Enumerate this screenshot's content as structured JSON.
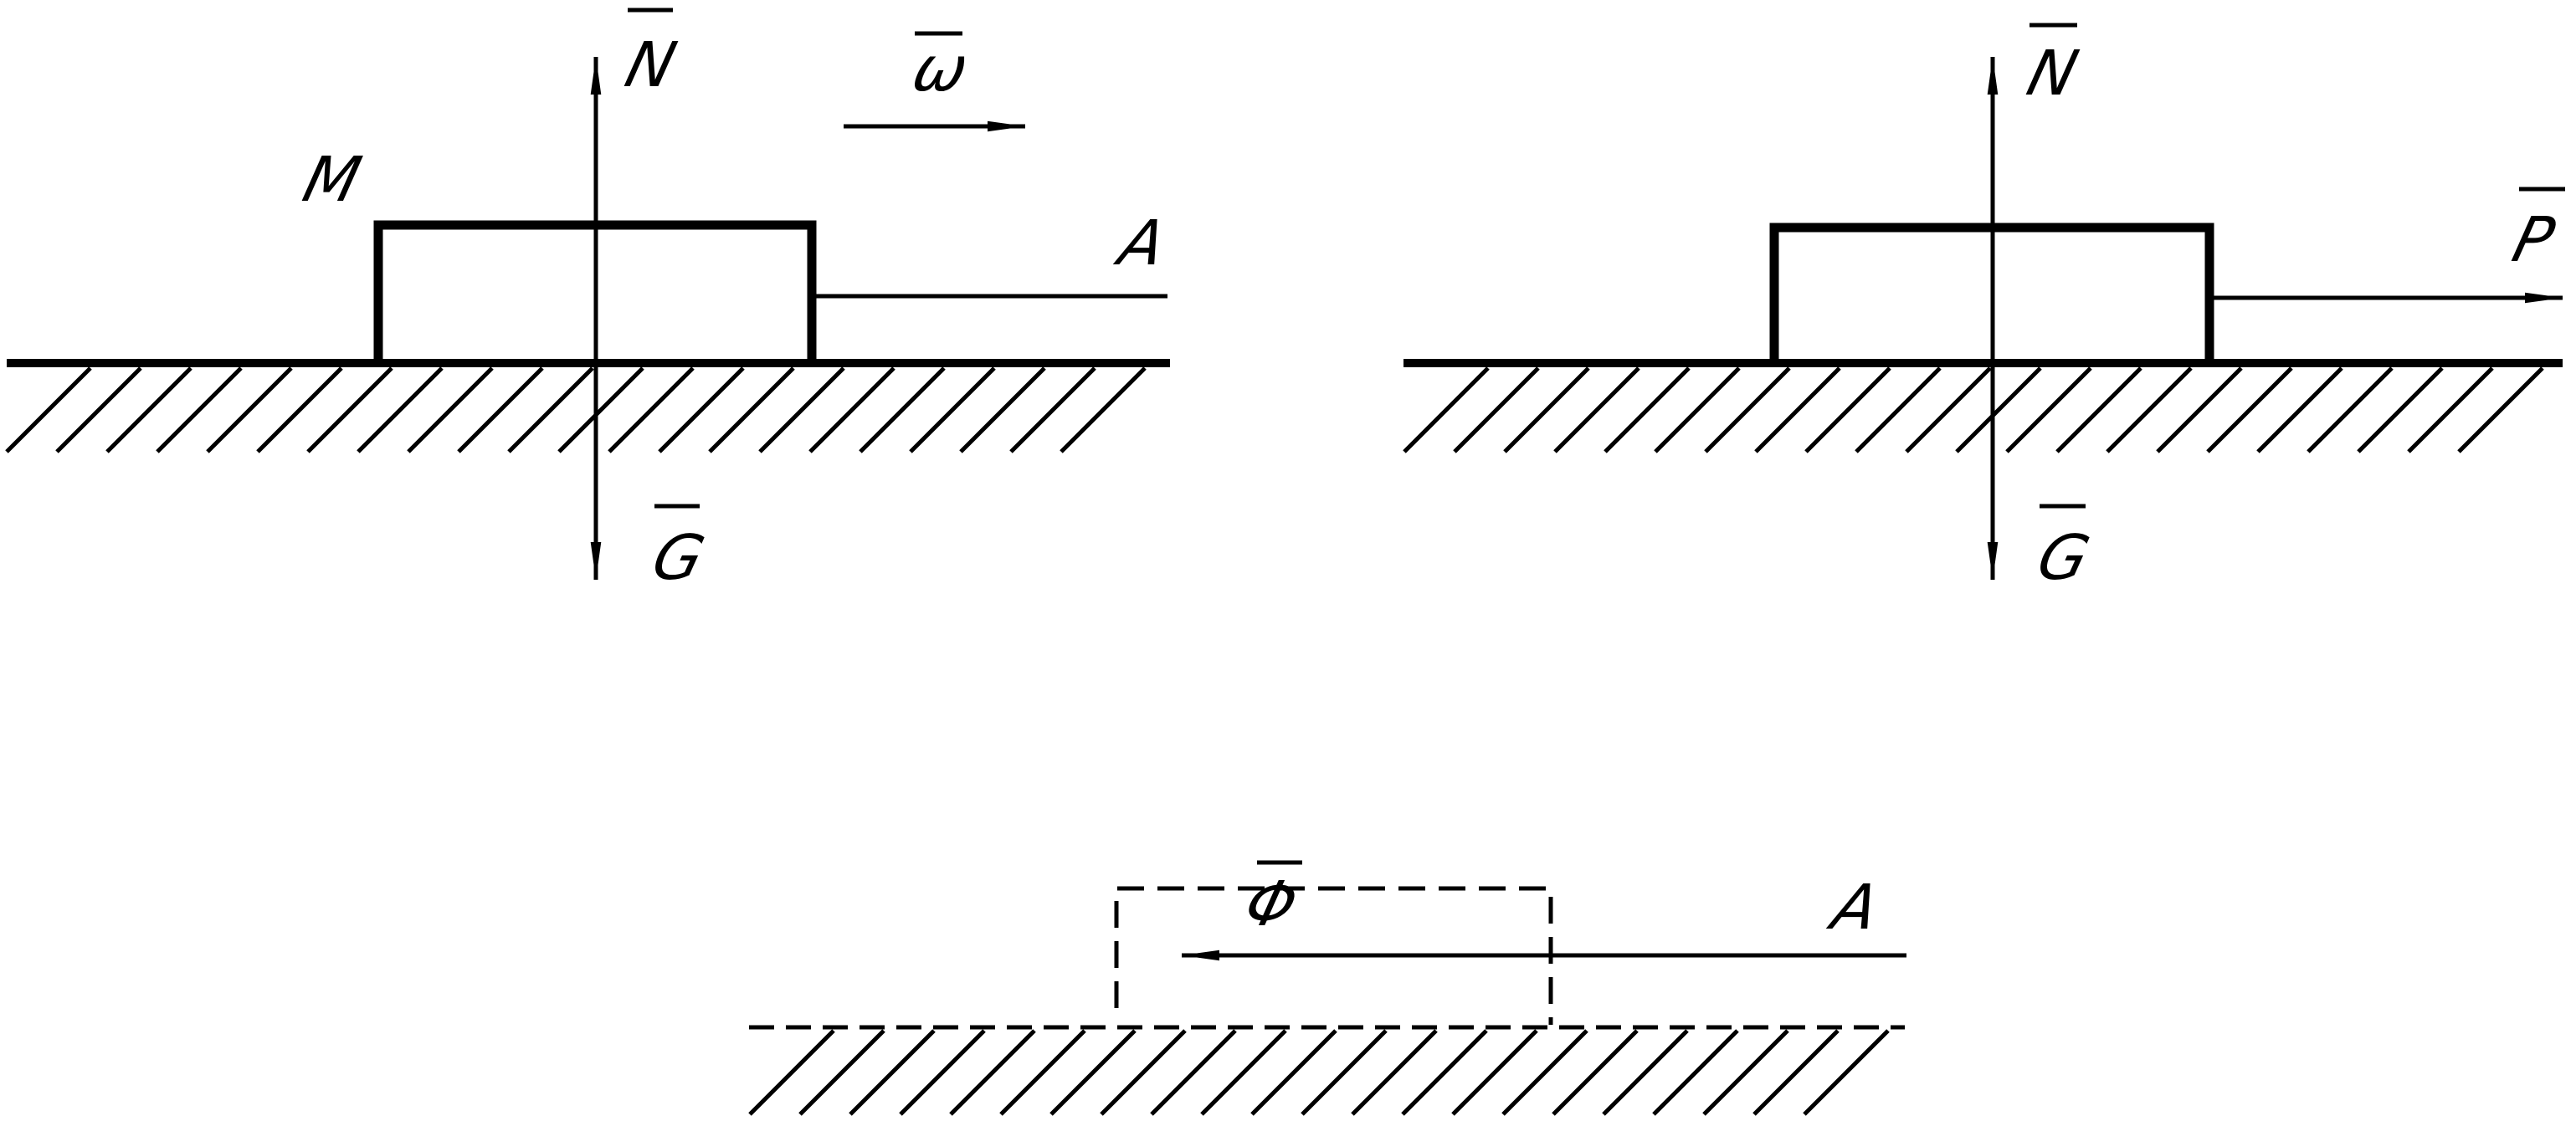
{
  "diagram": {
    "panel_top_left": {
      "labels": {
        "mass": "M",
        "normal_force": "N",
        "gravity": "G",
        "angular_velocity": "ω",
        "point": "A"
      }
    },
    "panel_top_right": {
      "labels": {
        "normal_force": "N",
        "gravity": "G",
        "force": "P"
      }
    },
    "panel_bottom": {
      "labels": {
        "inertial_force": "Φ",
        "point": "A"
      }
    }
  }
}
